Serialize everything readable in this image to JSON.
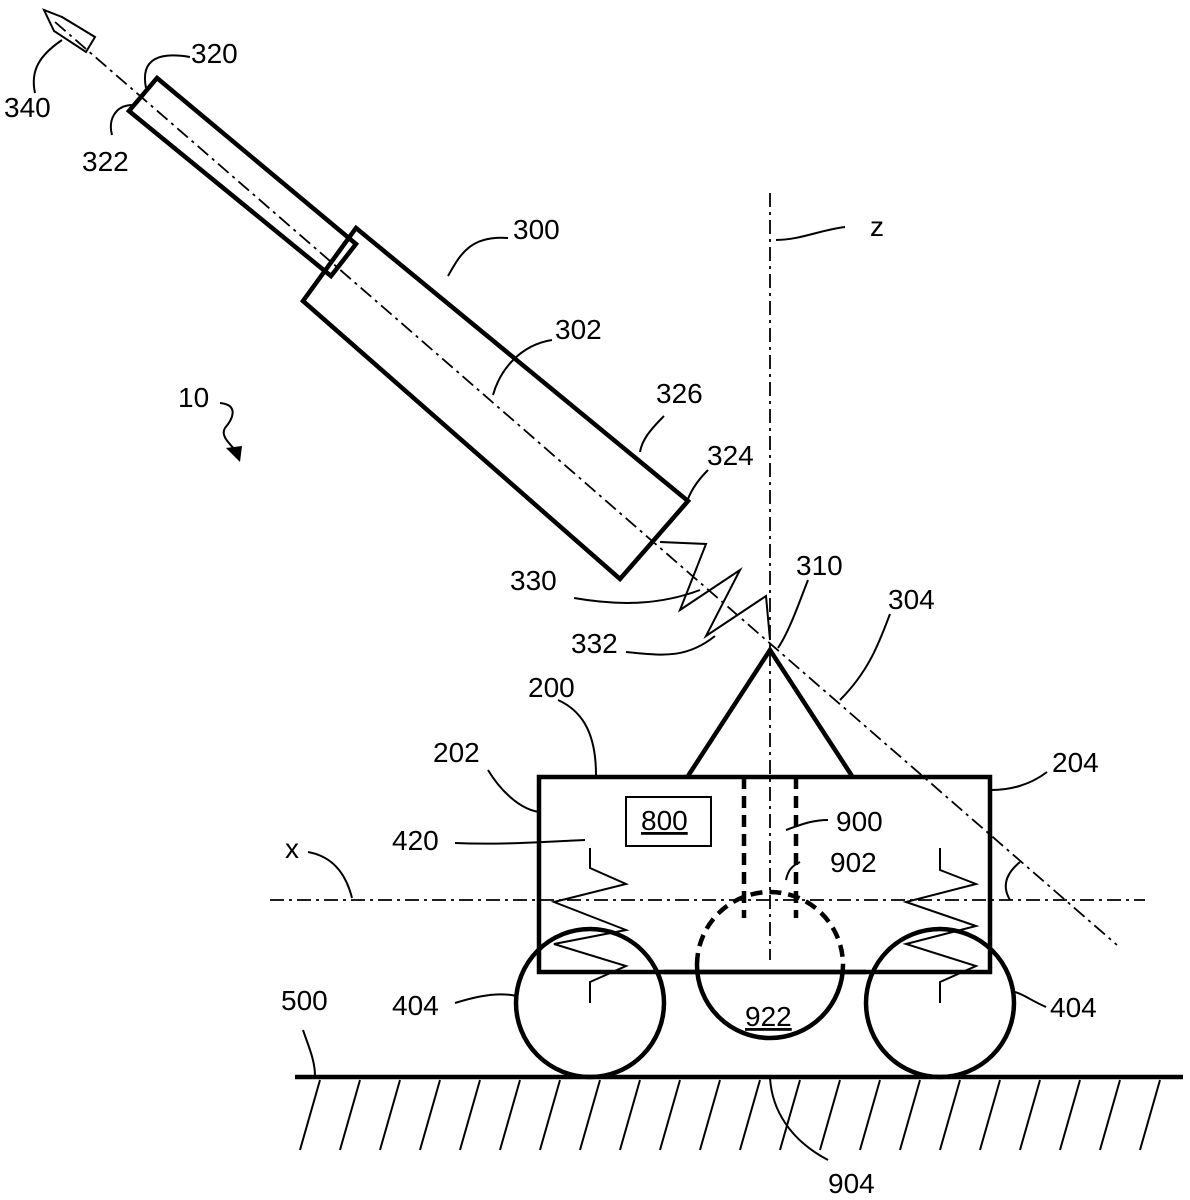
{
  "figure": {
    "labels": {
      "l340": "340",
      "l320": "320",
      "l322": "322",
      "l300": "300",
      "l302": "302",
      "l326": "326",
      "l324": "324",
      "l10": "10",
      "lz": "z",
      "l310": "310",
      "l304": "304",
      "l330": "330",
      "l332": "332",
      "l200": "200",
      "l202": "202",
      "l204": "204",
      "l800": "800",
      "l900": "900",
      "l902": "902",
      "l420": "420",
      "lx": "x",
      "l404a": "404",
      "l404b": "404",
      "l500": "500",
      "l922": "922",
      "l904": "904"
    }
  }
}
